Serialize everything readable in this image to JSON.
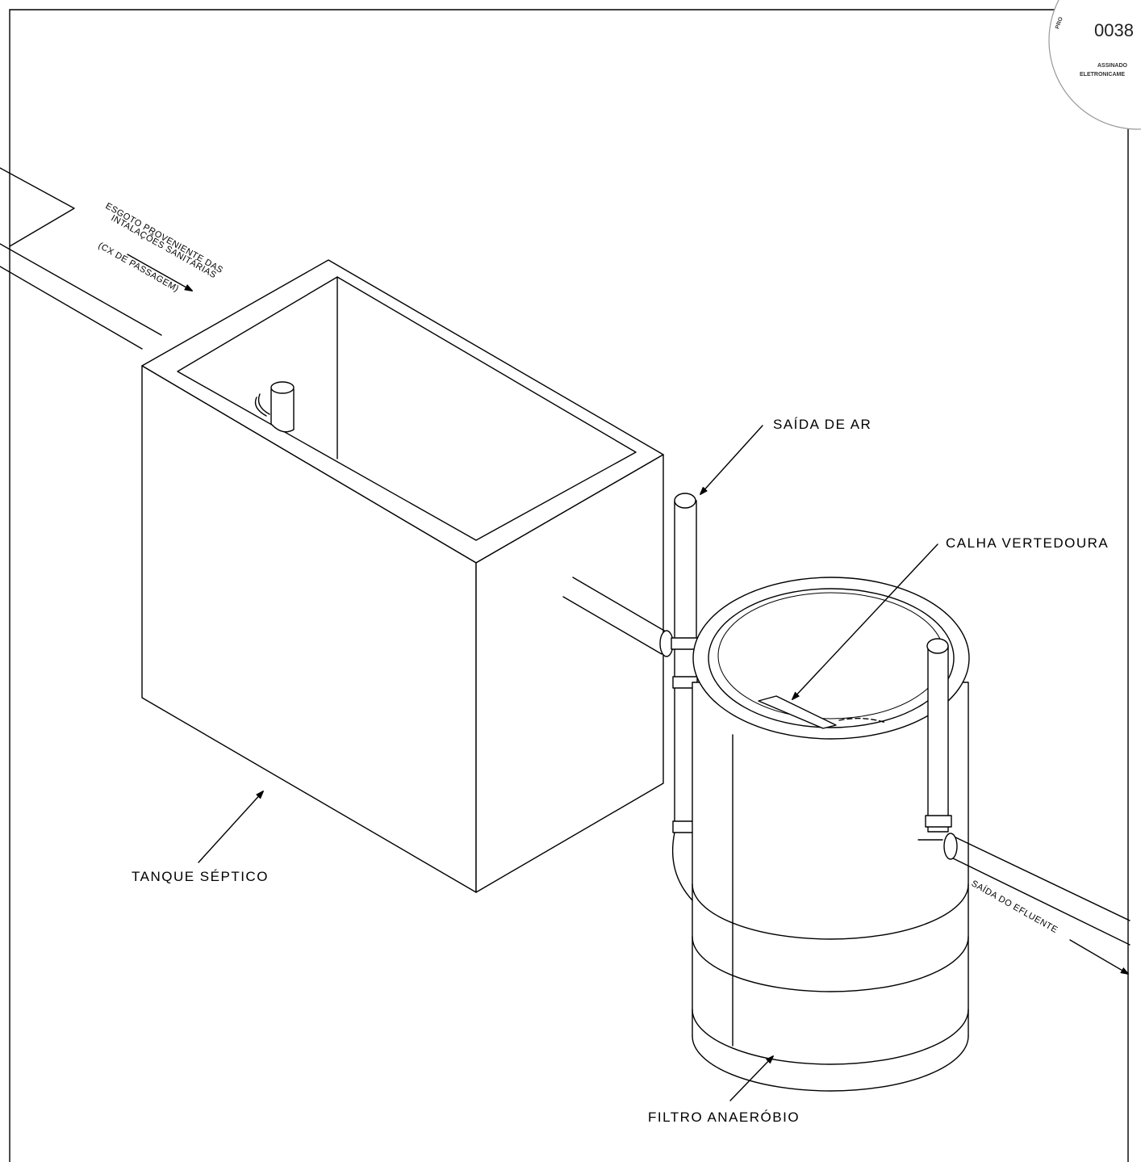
{
  "labels": {
    "escoto_line1": "ESGOTO PROVENIENTE DAS",
    "escoto_line2": "INTALAÇÕES SANITÁRIAS",
    "escoto_line3": "(CX DE PASSAGEM)",
    "saida_ar": "SAÍDA DE AR",
    "calha": "CALHA VERTEDOURA",
    "tanque": "TANQUE SÉPTICO",
    "saida_efluente": "SAÍDA DO EFLUENTE",
    "filtro": "FILTRO ANAERÓBIO"
  },
  "stamp": {
    "number": "0038",
    "partial_word": "PRO",
    "line1": "ASSINADO",
    "line2": "ELETRONICAME"
  }
}
